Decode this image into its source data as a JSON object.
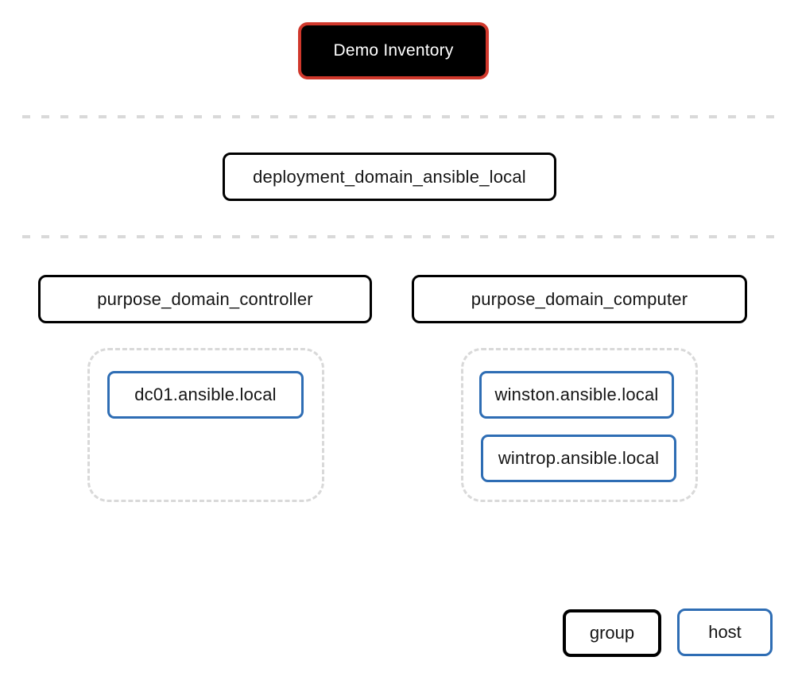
{
  "inventory": {
    "label": "Demo Inventory"
  },
  "deployment": {
    "label": "deployment_domain_ansible_local"
  },
  "groups": [
    {
      "label": "purpose_domain_controller",
      "hosts": [
        "dc01.ansible.local"
      ]
    },
    {
      "label": "purpose_domain_computer",
      "hosts": [
        "winston.ansible.local",
        "wintrop.ansible.local"
      ]
    }
  ],
  "legend": {
    "group": "group",
    "host": "host"
  },
  "colors": {
    "inventory_bg": "#000000",
    "inventory_border": "#d0382c",
    "group_border": "#000000",
    "host_border": "#2e6db4",
    "dashed_gray": "#d9d9d9",
    "text": "#151515"
  }
}
